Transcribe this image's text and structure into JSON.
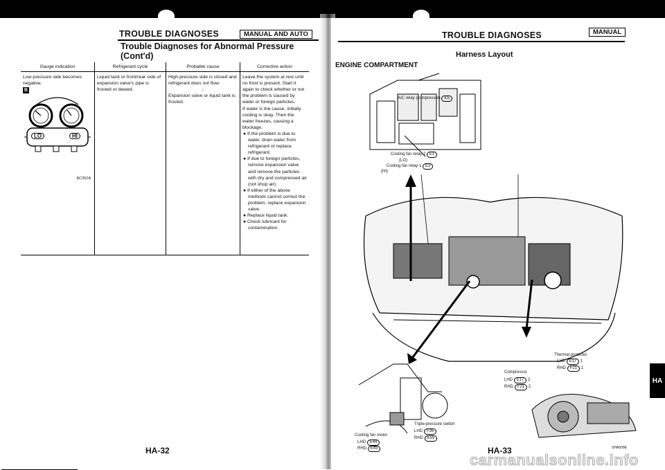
{
  "left": {
    "header_title": "TROUBLE DIAGNOSES",
    "badge": "MANUAL AND AUTO",
    "section_title_1": "Trouble Diagnoses for Abnormal Pressure",
    "section_title_2": "(Cont'd)",
    "table": {
      "headers": [
        "Gauge indication",
        "Refrigerant cycle",
        "Probable cause",
        "Corrective action"
      ],
      "gauge_indication": "Low-pressure side becomes negative.",
      "gauge_icon_label": "B",
      "gauge_lo": "LO",
      "gauge_hi": "HI",
      "gauge_code": "AC352A",
      "refrigerant_cycle": "Liquid tank or front/rear side of expansion valve's pipe is frosted or dewed.",
      "probable_cause_1": "High-pressure side is closed and refrigerant does not flow.",
      "probable_cause_arrow": "↓",
      "probable_cause_2": "Expansion valve or liquid tank is frosted.",
      "corrective": [
        "Leave the system at rest until no frost is present. Start it again to check whether or not the problem is caused by water or foreign particles.",
        "If water is the cause, initially cooling is okay. Then the water freezes, causing a blockage.",
        "● If the problem is due to water, drain water from refrigerant or replace refrigerant.",
        "● If due to foreign particles, remove expansion valve and remove the particles with dry and compressed air (not shop air).",
        "● If either of the above methods cannot correct the problem, replace expansion valve.",
        "● Replace liquid tank.",
        "● Check lubricant for contamination."
      ]
    },
    "page_number": "HA-32"
  },
  "right": {
    "header_title": "TROUBLE DIAGNOSES",
    "badge": "MANUAL",
    "section_title": "Harness Layout",
    "subtitle": "ENGINE COMPARTMENT",
    "labels": {
      "ac_relay": "A/C relay (compressor)",
      "ac_relay_conn": "E5",
      "cooling_fan_relay2": "Cooling fan relay-2",
      "cooling_fan_relay2_conn": "E1",
      "lo": "(LO)",
      "cooling_fan_relay1": "Cooling fan relay-1",
      "cooling_fan_relay1_conn": "E3",
      "hi": "(HI)",
      "thermal_protector": "Thermal protector",
      "lhd": "LHD",
      "rhd": "RHD",
      "e17": "E17",
      "f21": "F21",
      "compressor": "Compressor",
      "triple_pressure_switch": "Triple-pressure switch",
      "f36": "F36",
      "e55": "E55",
      "cooling_fan_motor": "Cooling fan motor",
      "e44": "E44",
      "e45": "E45",
      "suffix_1": "1",
      "suffix_2": "2"
    },
    "figure_code": "SHA509E",
    "page_number": "HA-33",
    "section_tab": "HA"
  },
  "watermark": "carmanualsonline.info"
}
